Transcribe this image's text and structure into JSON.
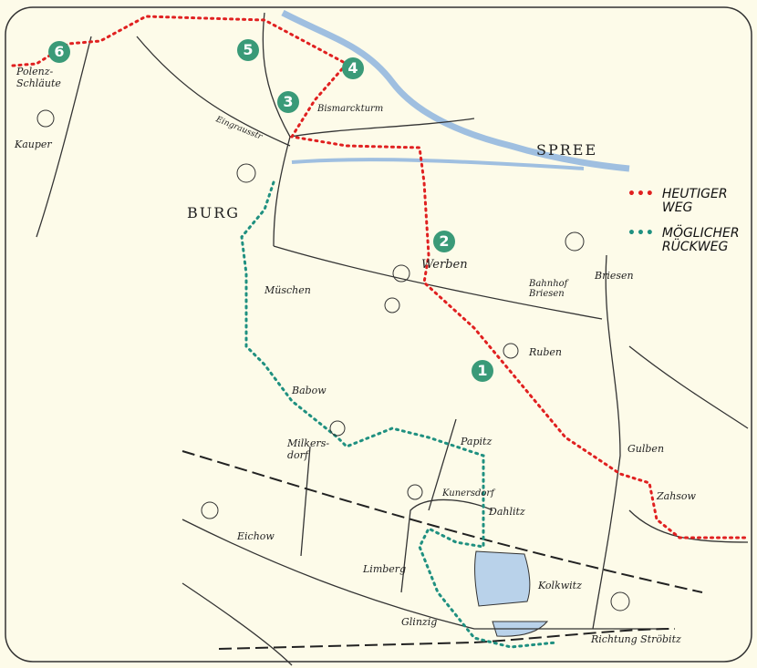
{
  "colors": {
    "current_route": "#e02020",
    "possible_return": "#1f9080",
    "water": "#b9d2ea",
    "marker": "#3a9a78",
    "paper": "#fdfbe9"
  },
  "legend": {
    "current_route": "HEUTIGER WEG",
    "possible_return": "MÖGLICHER RÜCKWEG"
  },
  "markers": [
    "1",
    "2",
    "3",
    "4",
    "5",
    "6"
  ],
  "places": {
    "polenz": "Polenz-Schläute",
    "kauper": "Kauper",
    "burg": "BURG",
    "bismarckturm": "Bismarckturm",
    "strasse": "Eingrausstr",
    "spree": "SPREE",
    "werben": "Werben",
    "bahnhof": "Bahnhof Briesen",
    "briesen": "Briesen",
    "ruben": "Ruben",
    "mueschen": "Müschen",
    "babow": "Babow",
    "milkersdorf": "Milkers-dorf",
    "papitz": "Papitz",
    "kunersdorf": "Kunersdorf",
    "dahlitz": "Dahlitz",
    "guhrow": "Gulben",
    "zahsow": "Zahsow",
    "eichow": "Eichow",
    "limberg": "Limberg",
    "kolkwitz": "Kolkwitz",
    "glinzig": "Glinzig",
    "richtung": "Richtung Ströbitz"
  }
}
